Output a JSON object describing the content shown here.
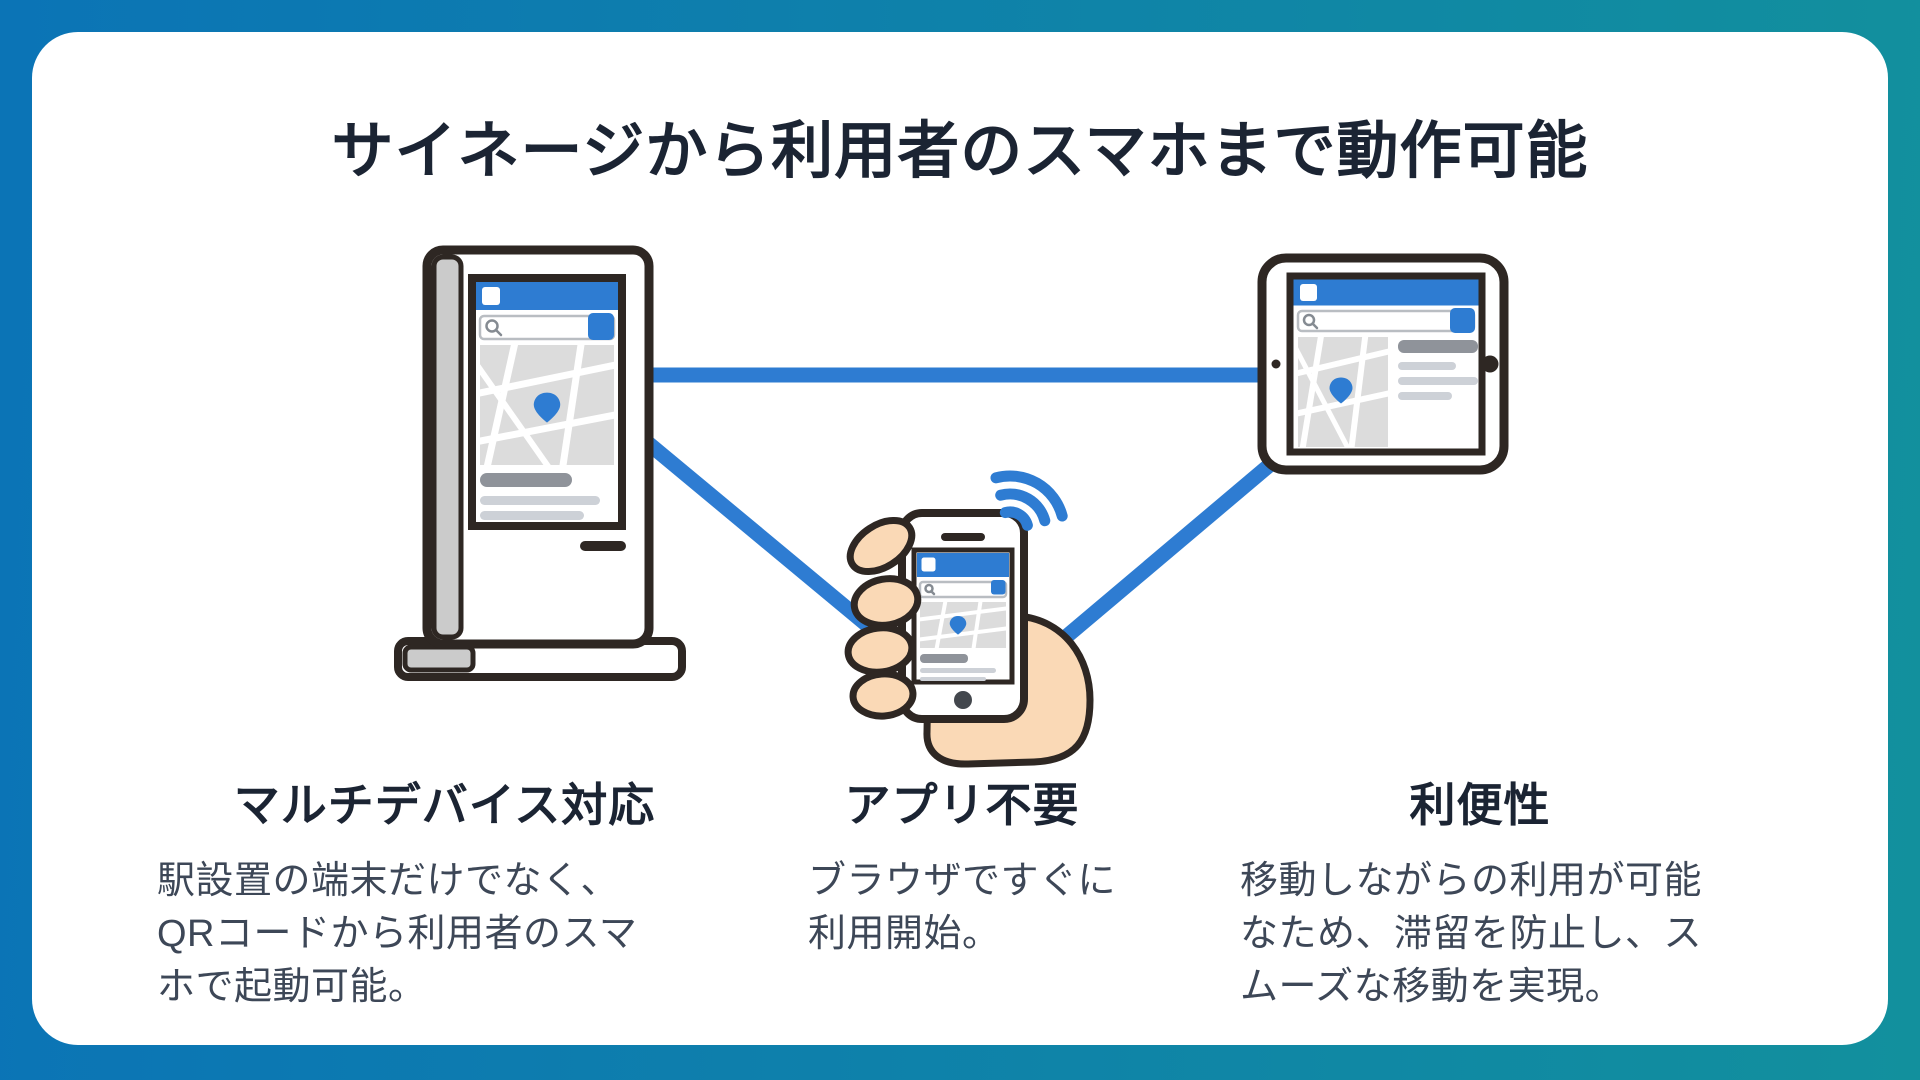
{
  "slide": {
    "title": "サイネージから利用者のスマホまで動作可能"
  },
  "features": [
    {
      "heading": "マルチデバイス対応",
      "body": "駅設置の端末だけでなく、\nQRコードから利用者のスマ\nホで起動可能。"
    },
    {
      "heading": "アプリ不要",
      "body": "ブラウザですぐに\n利用開始。"
    },
    {
      "heading": "利便性",
      "body": "移動しながらの利用が可能\nなため、滞留を防止し、ス\nムーズな移動を実現。"
    }
  ],
  "illustration": {
    "devices": [
      "signage-kiosk",
      "smartphone-in-hand",
      "tablet"
    ],
    "icons": [
      "wifi-icon",
      "map-pin-icon",
      "search-icon"
    ]
  },
  "colors": {
    "background_left": "#0b74b6",
    "background_right": "#12909d",
    "accent_blue": "#2e7cd2",
    "outline": "#2e2723",
    "text_dark": "#1b2433",
    "text_body": "#3d4757",
    "skin": "#fad9b6",
    "map_gray": "#dcdcdc"
  }
}
